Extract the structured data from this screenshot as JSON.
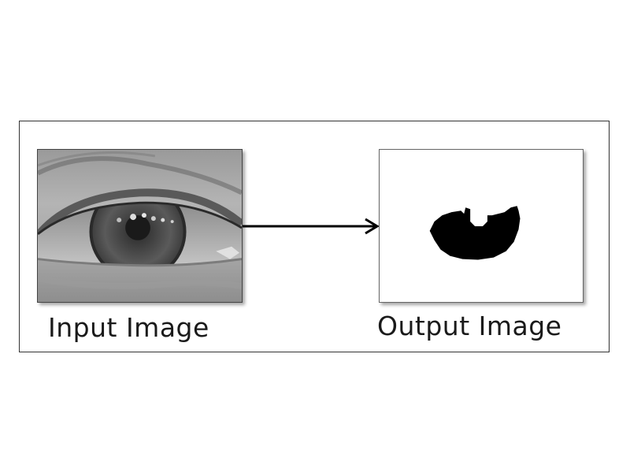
{
  "diagram": {
    "input_label": "Input Image",
    "output_label": "Output Image"
  },
  "colors": {
    "border": "#333333",
    "arrow": "#000000",
    "mask": "#000000"
  },
  "icons": {
    "input": "eye-photo",
    "output": "iris-segmentation-mask",
    "connector": "arrow-right-icon"
  }
}
